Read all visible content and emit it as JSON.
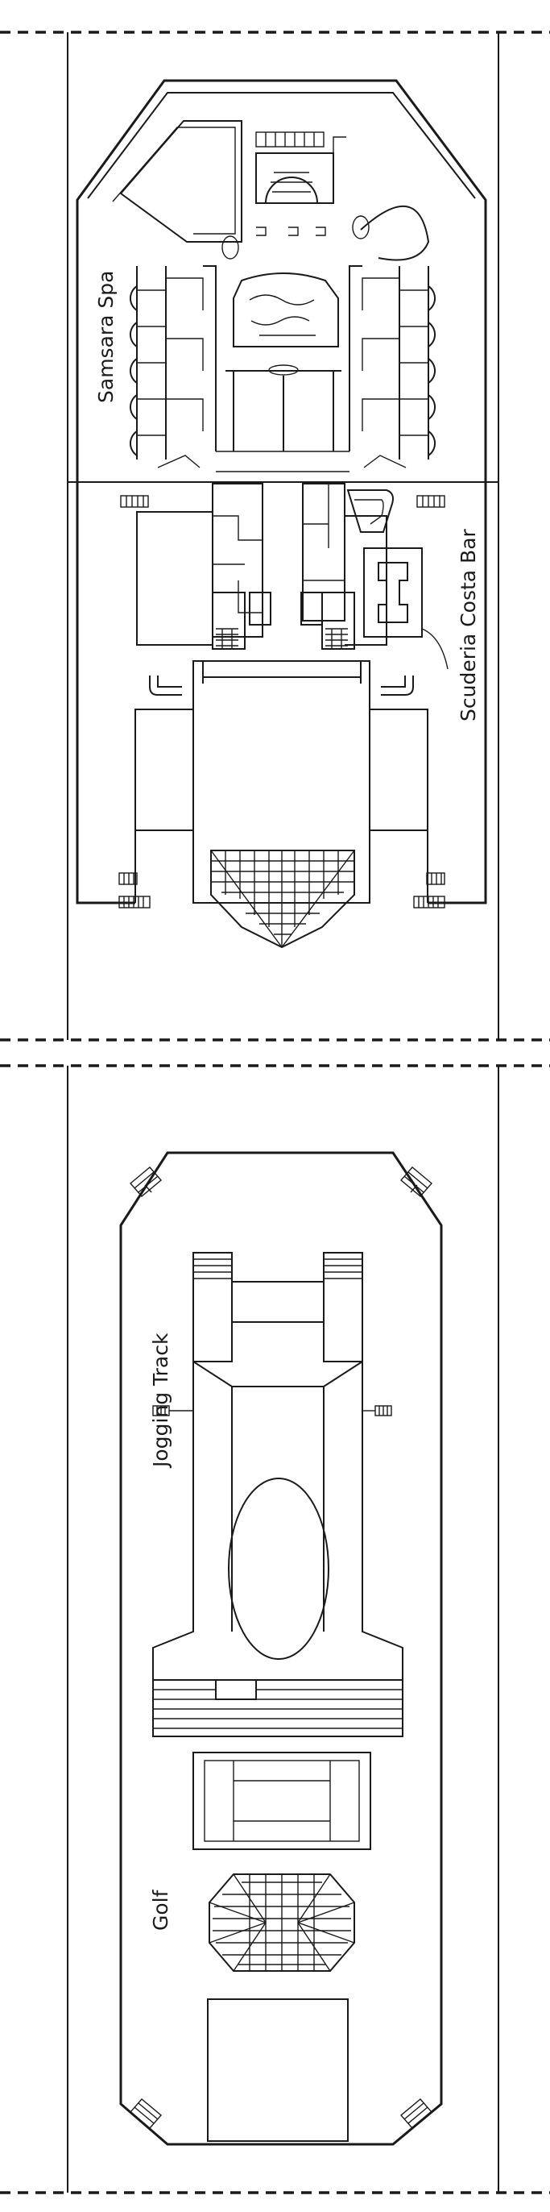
{
  "decks": [
    {
      "name": "upper-deck",
      "labels": {
        "spa": "Samsara Spa",
        "bar": "Scuderia Costa Bar"
      }
    },
    {
      "name": "sports-deck",
      "labels": {
        "track": "Jogging Track",
        "golf": "Golf"
      }
    }
  ],
  "colors": {
    "line": "#1a1a1a",
    "background": "#ffffff"
  }
}
